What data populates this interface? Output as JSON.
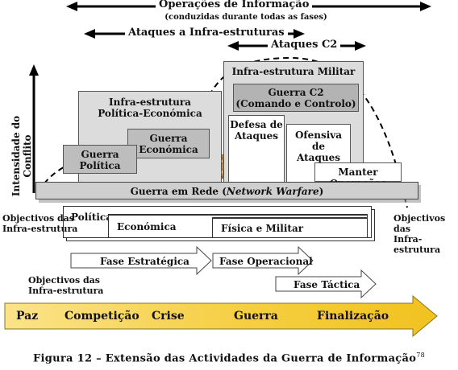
{
  "top_arrows": {
    "ops_title": "Operações de Informação",
    "ops_subtitle": "(conduzidas durante todas as fases)",
    "infra_attacks": "Ataques a Infra-estruturas",
    "c2_attacks": "Ataques C2"
  },
  "y_axis_label": "Intensidade do Conflito",
  "boxes": {
    "infra_pol_econ": [
      "Infra-estrutura",
      "Política-Económica"
    ],
    "guerra_economica": [
      "Guerra",
      "Económica"
    ],
    "guerra_politica": [
      "Guerra",
      "Política"
    ],
    "infra_militar": "Infra-estrutura Militar",
    "guerra_c2": [
      "Guerra C2",
      "(Comando e Controlo)"
    ],
    "defesa_ataques": [
      "Defesa de",
      "Ataques"
    ],
    "ofensiva_ataques": [
      "Ofensiva de",
      "Ataques"
    ],
    "manter_operacoes": "Manter Operações",
    "guerra_em_rede": "Guerra em Rede",
    "network_warfare": "Network Warfare",
    "politica": "Política",
    "economica": "Económica",
    "fisica_militar": "Física e Militar"
  },
  "objectives_left": [
    "Objectivos das",
    "Infra-estrutura"
  ],
  "objectives_right": [
    "Objectivos das",
    "Infra-estrutura"
  ],
  "objectives_bottom": [
    "Objectivos das",
    "Infra-estrutura"
  ],
  "phases": {
    "estrategica": "Fase Estratégica",
    "operacional": "Fase Operacional",
    "tactica": "Fase Táctica"
  },
  "timeline": [
    "Paz",
    "Competição",
    "Crise",
    "Guerra",
    "Finalização"
  ],
  "caption": "Figura 12 – Extensão das Actividades da Guerra de Informação",
  "caption_ref": "78",
  "colors": {
    "light_gray": "#d9d9d9",
    "mid_gray": "#bdbdbd",
    "timeline_yellow": "#f4cc2a",
    "star_orange": "#c98a2a"
  }
}
